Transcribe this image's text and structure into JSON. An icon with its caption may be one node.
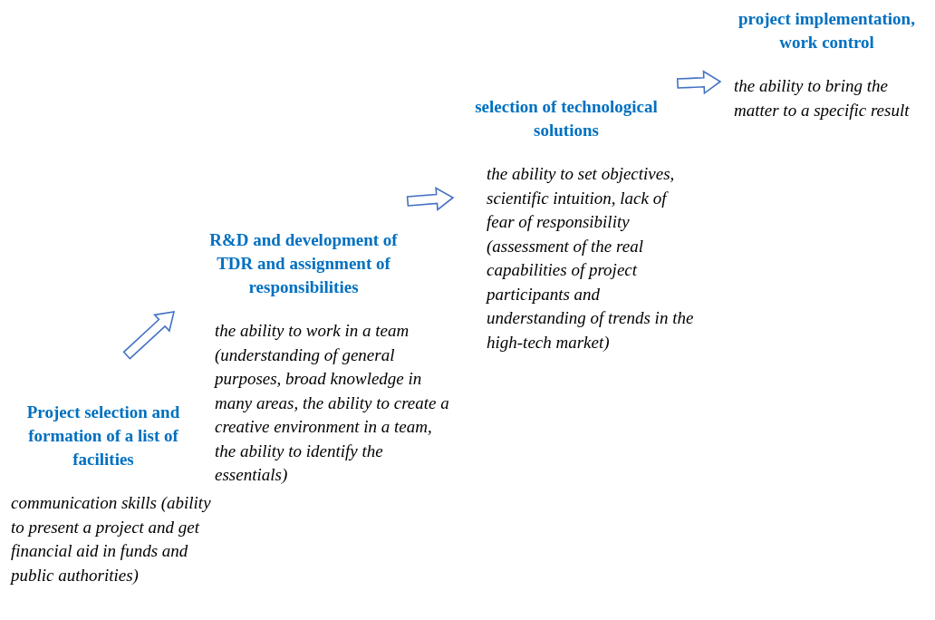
{
  "diagram": {
    "nodes": [
      {
        "text": [
          "Project selection and formation of a list of facilities",
          "communication skills (ability to present a project and get financial aid in funds and public authorities)"
        ]
      },
      {
        "text": [
          "R&D and development of TDR and assignment of responsibilities",
          "the ability to work in a team (understanding of general purposes, broad knowledge in many areas, the ability to create a creative environment in a team, the ability to identify the essentials)"
        ]
      },
      {
        "text": [
          "selection of technological solutions",
          "the ability to set objectives, scientific intuition, lack of fear of responsibility (assessment of the real capabilities of project participants and understanding of trends in the high-tech market)"
        ]
      },
      {
        "text": [
          "project implementation, work control",
          "the ability to bring the matter to a specific result"
        ]
      }
    ],
    "edges": [
      {
        "from": 0,
        "to": 1,
        "arrow": "to"
      },
      {
        "from": 1,
        "to": 2,
        "arrow": "to"
      },
      {
        "from": 2,
        "to": 3,
        "arrow": "to"
      }
    ]
  }
}
